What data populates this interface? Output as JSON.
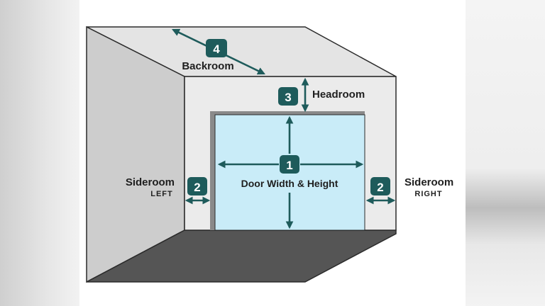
{
  "colors": {
    "teal": "#1e5b5b",
    "wall_light": "#ebebeb",
    "wall_shade": "#c9c9c9",
    "floor": "#555555",
    "door": "#c9ecf8",
    "outline": "#2b2b2b"
  },
  "labels": {
    "backroom": {
      "number": "4",
      "text": "Backroom"
    },
    "headroom": {
      "number": "3",
      "text": "Headroom"
    },
    "door": {
      "number": "1",
      "text": "Door Width & Height"
    },
    "sideroom_left": {
      "number": "2",
      "text": "Sideroom",
      "sub": "LEFT"
    },
    "sideroom_right": {
      "number": "2",
      "text": "Sideroom",
      "sub": "RIGHT"
    }
  }
}
